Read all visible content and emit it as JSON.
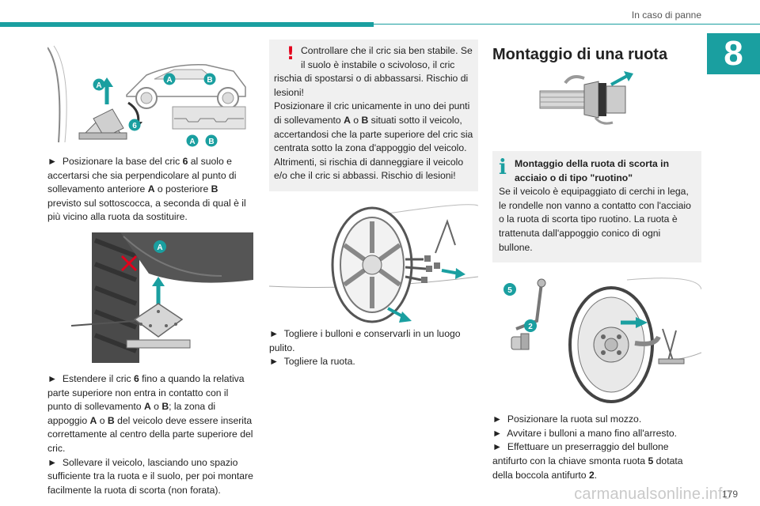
{
  "header": {
    "section": "In caso di panne",
    "chapter": "8"
  },
  "col1": {
    "fig1_labels": {
      "a_side": "A",
      "b_side": "B",
      "a_bottom": "A",
      "b_bottom": "B",
      "a_left": "A",
      "jack": "6"
    },
    "step1_arrow": "►",
    "step1": [
      "Posizionare la base del cric ",
      "6",
      " al suolo e accertarsi che sia perpendicolare al punto di sollevamento anteriore ",
      "A",
      " o posteriore ",
      "B",
      " previsto sul sottoscocca, a seconda di qual è il più vicino alla ruota da sostituire."
    ],
    "fig2_labels": {
      "a": "A"
    },
    "step2_arrow": "►",
    "step2": [
      "Estendere il cric ",
      "6",
      " fino a quando la relativa parte superiore non entra in contatto con il punto di sollevamento ",
      "A",
      " o ",
      "B",
      "; la zona di appoggio ",
      "A",
      " o ",
      "B",
      " del veicolo deve essere inserita correttamente al centro della parte superiore del cric."
    ],
    "step3_arrow": "►",
    "step3": "Sollevare il veicolo, lasciando uno spazio sufficiente tra la ruota e il suolo, per poi montare facilmente la ruota di scorta (non forata)."
  },
  "col2": {
    "warning_mark": "!",
    "warning_line1": "Controllare che il cric sia ben stabile. Se il suolo è instabile o scivoloso, il cric",
    "warning_rest": "rischia di spostarsi o di abbassarsi. Rischio di lesioni!",
    "warning_p2": [
      "Posizionare il cric unicamente in uno dei punti di sollevamento ",
      "A",
      " o ",
      "B",
      " situati sotto il veicolo, accertandosi che la parte superiore del cric sia centrata sotto la zona d'appoggio del veicolo. Altrimenti, si rischia di danneggiare il veicolo e/o che il cric si abbassi. Rischio di lesioni!"
    ],
    "step1_arrow": "►",
    "step1": "Togliere i bulloni e conservarli in un luogo pulito.",
    "step2_arrow": "►",
    "step2": "Togliere la ruota."
  },
  "col3": {
    "heading": "Montaggio di una ruota",
    "info_mark": "i",
    "info_title": "Montaggio della ruota di scorta in acciaio o di tipo \"ruotino\"",
    "info_body": "Se il veicolo è equipaggiato di cerchi in lega, le rondelle non vanno a contatto con l'acciaio o la ruota di scorta tipo ruotino. La ruota è trattenuta dall'appoggio conico di ogni bullone.",
    "fig_labels": {
      "key": "5",
      "socket": "2"
    },
    "step1_arrow": "►",
    "step1": "Posizionare la ruota sul mozzo.",
    "step2_arrow": "►",
    "step2": "Avvitare i bulloni a mano fino all'arresto.",
    "step3_arrow": "►",
    "step3": [
      "Effettuare un preserraggio del bullone antifurto con la chiave smonta ruota ",
      "5",
      " dotata della boccola antifurto ",
      "2",
      "."
    ]
  },
  "footer": {
    "page_number": "179",
    "watermark": "carmanualsonline.info"
  },
  "colors": {
    "accent": "#1a9fa0",
    "warning": "#e3001b",
    "box_bg": "#f0f0f0"
  }
}
